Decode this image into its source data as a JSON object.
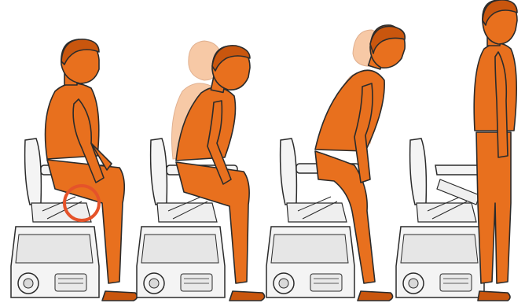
{
  "illustration": {
    "sequence": [
      "seated",
      "leaning-forward",
      "rising",
      "standing"
    ],
    "colors": {
      "figure": "#E8701E",
      "figure_shadow": "#C9560E",
      "figure_ghost": "#F7C9A6",
      "outline": "#2b2b2b",
      "chair": "#F4F4F4",
      "chair_shade": "#D9D9D9",
      "highlight_ring": "#E5532A"
    },
    "highlight": "lever-ring"
  }
}
